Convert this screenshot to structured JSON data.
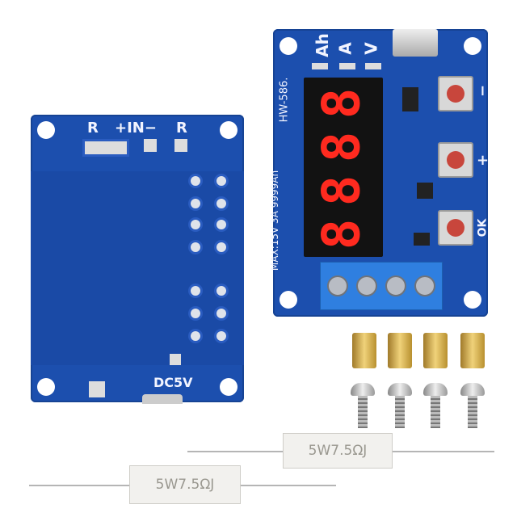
{
  "left_board": {
    "label_r_left": "R",
    "label_input": "+IN−",
    "label_r_right": "R",
    "label_power": "DC5V",
    "color": "#1c4fae"
  },
  "right_board": {
    "model": "HW-586.",
    "spec": "MAX:15V 3A 9999Ah",
    "unit_ah": "Ah",
    "unit_a": "A",
    "unit_v": "V",
    "display_digits": [
      "8",
      "8",
      "8",
      "8"
    ],
    "display_color": "#ff2a1f",
    "button_minus": "−",
    "button_plus": "+",
    "button_ok": "OK"
  },
  "resistors": [
    {
      "label": "5W7.5ΩJ"
    },
    {
      "label": "5W7.5ΩJ"
    }
  ]
}
